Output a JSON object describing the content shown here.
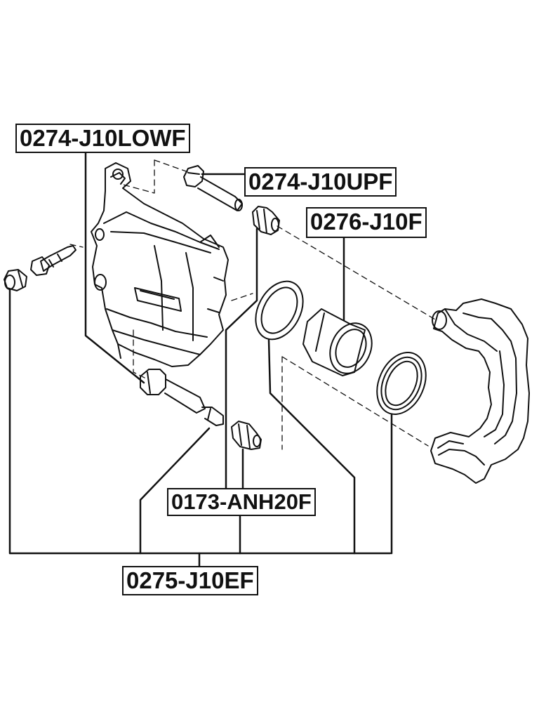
{
  "labels": {
    "caliper_guide_pin_lower": "0274-J10LOWF",
    "caliper_guide_pin_upper": "0274-J10UPF",
    "piston": "0276-J10F",
    "boot_kit": "0173-ANH20F",
    "repair_kit": "0275-J10EF"
  },
  "colors": {
    "line": "#111111",
    "background": "#ffffff"
  }
}
